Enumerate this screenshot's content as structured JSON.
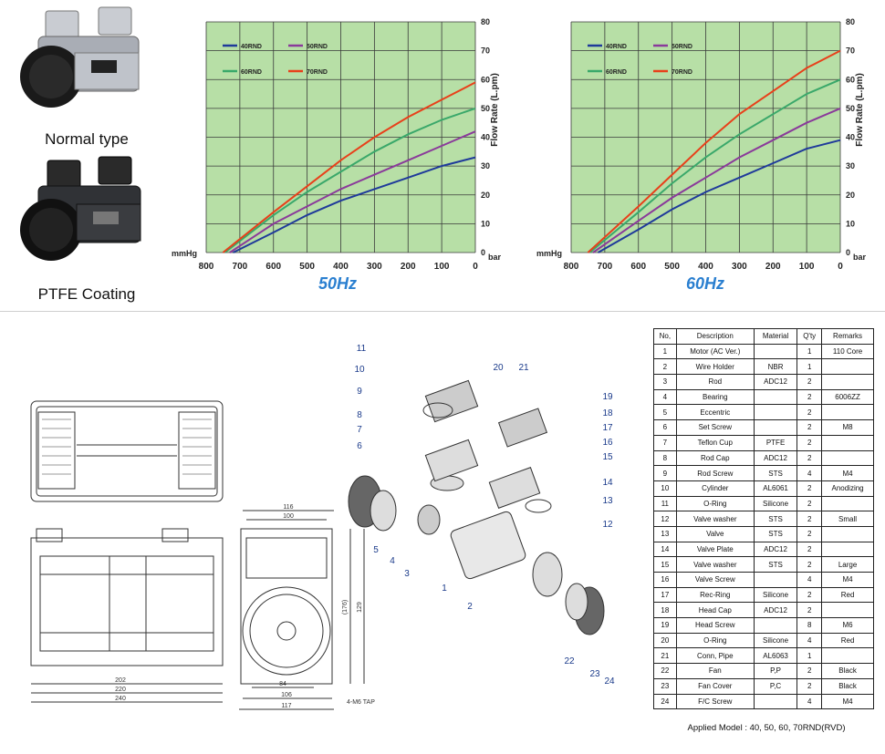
{
  "pump_types": [
    {
      "label": "Normal type"
    },
    {
      "label": "PTFE Coating"
    }
  ],
  "chart_data": [
    {
      "type": "line",
      "title": "50Hz",
      "xlabel": "mmHg",
      "ylabel": "Flow Rate (L.pm)",
      "y_unit": "bar",
      "x_ticks": [
        800,
        700,
        600,
        500,
        400,
        300,
        200,
        100,
        0
      ],
      "y_ticks": [
        0,
        10,
        20,
        30,
        40,
        50,
        60,
        70,
        80
      ],
      "xlim": [
        800,
        0
      ],
      "ylim": [
        0,
        80
      ],
      "legend_position": "top-left",
      "series": [
        {
          "name": "40RND",
          "color": "#1f3a9a",
          "x": [
            720,
            600,
            500,
            400,
            300,
            200,
            100,
            0
          ],
          "y": [
            0,
            7,
            13,
            18,
            22,
            26,
            30,
            33
          ]
        },
        {
          "name": "50RND",
          "color": "#8a3a9a",
          "x": [
            730,
            600,
            500,
            400,
            300,
            200,
            100,
            0
          ],
          "y": [
            0,
            10,
            16,
            22,
            27,
            32,
            37,
            42
          ]
        },
        {
          "name": "60RND",
          "color": "#3aa86a",
          "x": [
            745,
            600,
            500,
            400,
            300,
            200,
            100,
            0
          ],
          "y": [
            0,
            13,
            21,
            28,
            35,
            41,
            46,
            50
          ]
        },
        {
          "name": "70RND",
          "color": "#e8401a",
          "x": [
            750,
            600,
            500,
            400,
            300,
            200,
            100,
            0
          ],
          "y": [
            0,
            14,
            23,
            32,
            40,
            47,
            53,
            59
          ]
        }
      ]
    },
    {
      "type": "line",
      "title": "60Hz",
      "xlabel": "mmHg",
      "ylabel": "Flow Rate (L.pm)",
      "y_unit": "bar",
      "x_ticks": [
        800,
        700,
        600,
        500,
        400,
        300,
        200,
        100,
        0
      ],
      "y_ticks": [
        0,
        10,
        20,
        30,
        40,
        50,
        60,
        70,
        80
      ],
      "xlim": [
        800,
        0
      ],
      "ylim": [
        0,
        80
      ],
      "legend_position": "top-left",
      "series": [
        {
          "name": "40RND",
          "color": "#1f3a9a",
          "x": [
            720,
            600,
            500,
            400,
            300,
            200,
            100,
            0
          ],
          "y": [
            0,
            8,
            15,
            21,
            26,
            31,
            36,
            39
          ]
        },
        {
          "name": "50RND",
          "color": "#8a3a9a",
          "x": [
            735,
            600,
            500,
            400,
            300,
            200,
            100,
            0
          ],
          "y": [
            0,
            11,
            19,
            26,
            33,
            39,
            45,
            50
          ]
        },
        {
          "name": "60RND",
          "color": "#3aa86a",
          "x": [
            745,
            600,
            500,
            400,
            300,
            200,
            100,
            0
          ],
          "y": [
            0,
            14,
            24,
            33,
            41,
            48,
            55,
            60
          ]
        },
        {
          "name": "70RND",
          "color": "#e8401a",
          "x": [
            750,
            600,
            500,
            400,
            300,
            200,
            100,
            0
          ],
          "y": [
            0,
            16,
            27,
            38,
            48,
            56,
            64,
            70
          ]
        }
      ]
    }
  ],
  "dimensions": {
    "top_view": [],
    "front_view": [
      "202",
      "220",
      "240"
    ],
    "side_view_top": [
      "116",
      "100"
    ],
    "side_view_bottom": [
      "84",
      "106",
      "117"
    ],
    "side_view_right": [
      "(176)",
      "129"
    ],
    "tap_label": "4-M6 TAP"
  },
  "exploded_callouts": [
    "1",
    "2",
    "3",
    "4",
    "5",
    "6",
    "7",
    "8",
    "9",
    "10",
    "11",
    "12",
    "13",
    "14",
    "15",
    "16",
    "17",
    "18",
    "19",
    "20",
    "21",
    "22",
    "23",
    "24"
  ],
  "parts_table": {
    "headers": [
      "No,",
      "Description",
      "Material",
      "Q'ty",
      "Remarks"
    ],
    "rows": [
      [
        "1",
        "Motor (AC Ver.)",
        "",
        "1",
        "110 Core"
      ],
      [
        "2",
        "Wire Holder",
        "NBR",
        "1",
        ""
      ],
      [
        "3",
        "Rod",
        "ADC12",
        "2",
        ""
      ],
      [
        "4",
        "Bearing",
        "",
        "2",
        "6006ZZ"
      ],
      [
        "5",
        "Eccentric",
        "",
        "2",
        ""
      ],
      [
        "6",
        "Set Screw",
        "",
        "2",
        "M8"
      ],
      [
        "7",
        "Teflon Cup",
        "PTFE",
        "2",
        ""
      ],
      [
        "8",
        "Rod Cap",
        "ADC12",
        "2",
        ""
      ],
      [
        "9",
        "Rod Screw",
        "STS",
        "4",
        "M4"
      ],
      [
        "10",
        "Cylinder",
        "AL6061",
        "2",
        "Anodizing"
      ],
      [
        "11",
        "O-Ring",
        "Silicone",
        "2",
        ""
      ],
      [
        "12",
        "Valve washer",
        "STS",
        "2",
        "Small"
      ],
      [
        "13",
        "Valve",
        "STS",
        "2",
        ""
      ],
      [
        "14",
        "Valve Plate",
        "ADC12",
        "2",
        ""
      ],
      [
        "15",
        "Valve washer",
        "STS",
        "2",
        "Large"
      ],
      [
        "16",
        "Valve Screw",
        "",
        "4",
        "M4"
      ],
      [
        "17",
        "Rec-Ring",
        "Silicone",
        "2",
        "Red"
      ],
      [
        "18",
        "Head Cap",
        "ADC12",
        "2",
        ""
      ],
      [
        "19",
        "Head Screw",
        "",
        "8",
        "M6"
      ],
      [
        "20",
        "O-Ring",
        "Silicone",
        "4",
        "Red"
      ],
      [
        "21",
        "Conn, Pipe",
        "AL6063",
        "1",
        ""
      ],
      [
        "22",
        "Fan",
        "P,P",
        "2",
        "Black"
      ],
      [
        "23",
        "Fan Cover",
        "P,C",
        "2",
        "Black"
      ],
      [
        "24",
        "F/C Screw",
        "",
        "4",
        "M4"
      ]
    ]
  },
  "applied_model": "Applied Model : 40, 50, 60, 70RND(RVD)"
}
